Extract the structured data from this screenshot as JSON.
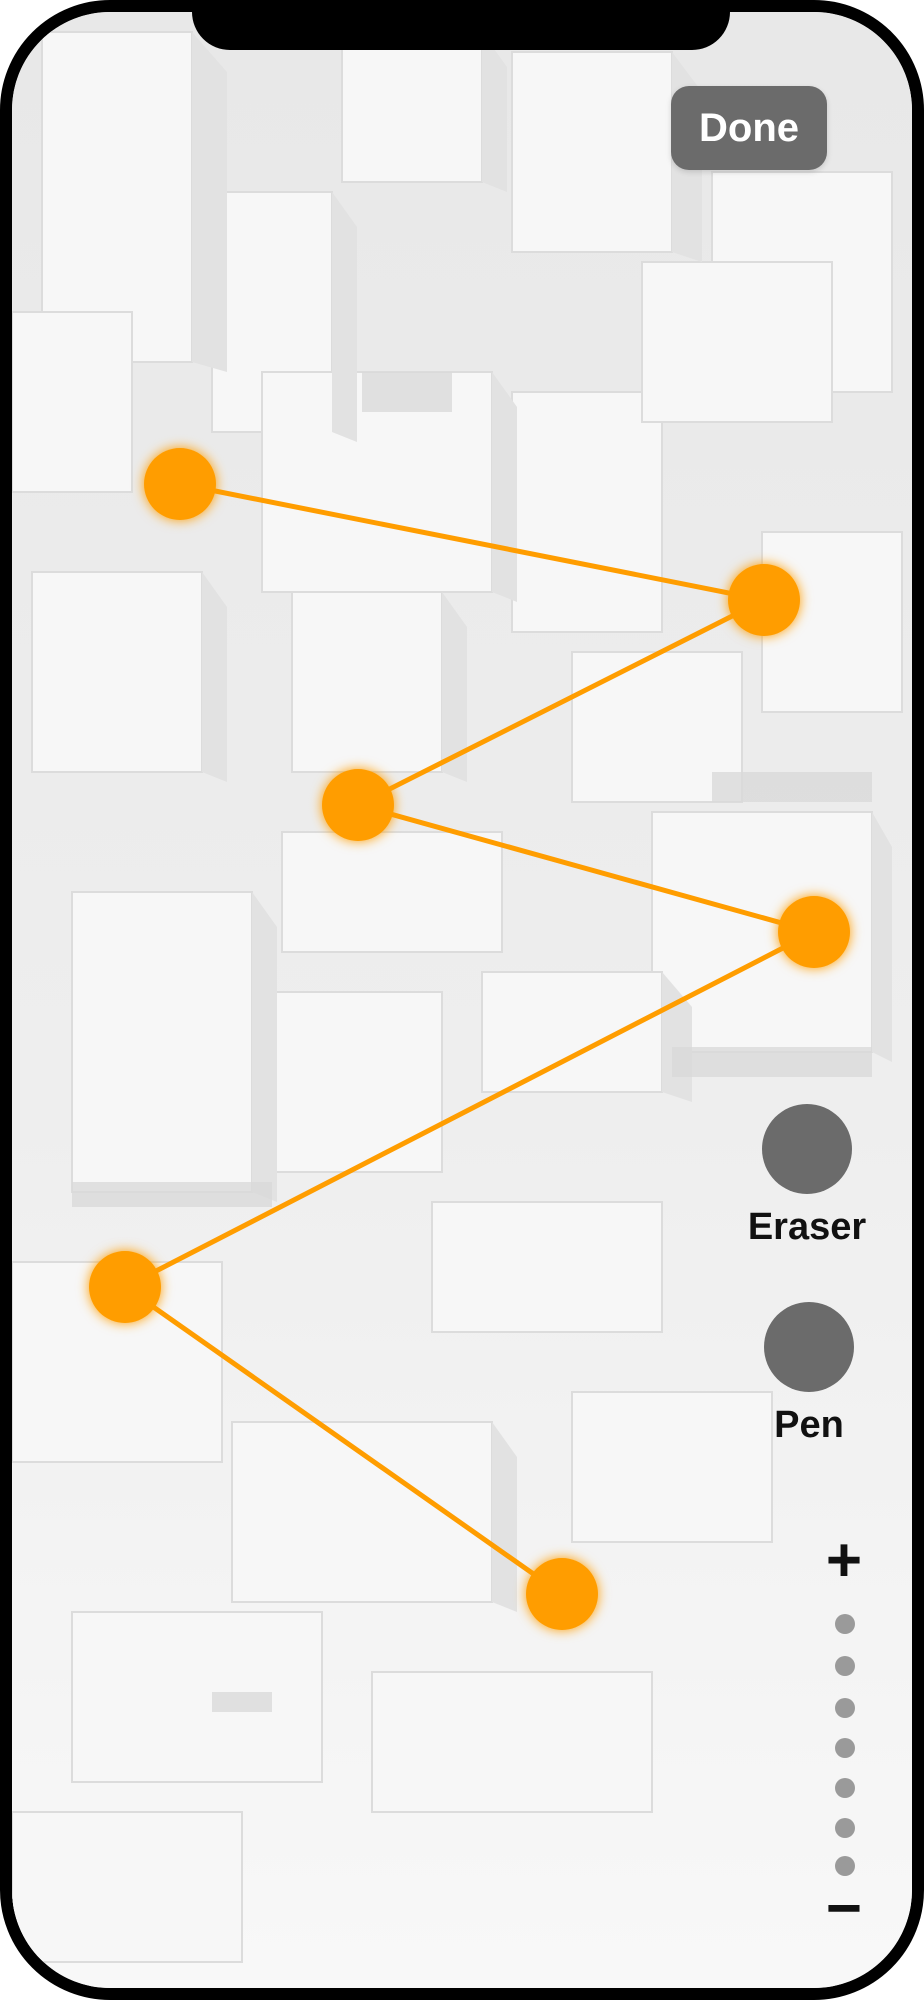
{
  "header": {
    "done_label": "Done"
  },
  "tools": {
    "eraser_label": "Eraser",
    "pen_label": "Pen"
  },
  "zoom": {
    "plus_label": "+",
    "minus_label": "−",
    "steps": 7
  },
  "route": {
    "color": "#ff9d00",
    "point_count": 6
  }
}
